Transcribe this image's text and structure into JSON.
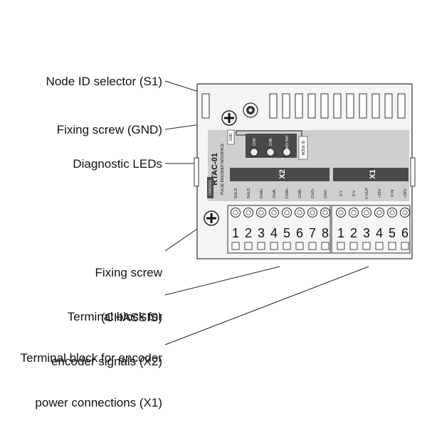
{
  "callouts": {
    "node_id": "Node ID selector (S1)",
    "fixing_gnd": "Fixing screw (GND)",
    "diag_leds": "Diagnostic LEDs",
    "fixing_chassis_1": "Fixing screw",
    "fixing_chassis_2": "(CHASSIS)",
    "tb_x2_1": "Terminal block for",
    "tb_x2_2": "encoder signals (X2)",
    "tb_x1_1": "Terminal block for encoder",
    "tb_x1_2": "power connections (X1)"
  },
  "board": {
    "model": "RTAC-01",
    "subtitle": "PULSE ENCODER INTERFACE",
    "gnd_label": "GND",
    "chassis_label": "CHASSIS",
    "node_id_label": "NODE ID",
    "leds": [
      "CHA",
      "CHB",
      "WD/ INIT"
    ],
    "x2": {
      "label": "X2",
      "signals": [
        "SHLD",
        "SHLD",
        "CHA+",
        "CHA-",
        "CHB+",
        "CHB-",
        "CHZ+",
        "CHZ-"
      ],
      "numbers": [
        "1",
        "2",
        "3",
        "4",
        "5",
        "6",
        "7",
        "8"
      ]
    },
    "x1": {
      "label": "X1",
      "signals": [
        "0 V",
        "0 V",
        "V OUT",
        "+15V",
        "V IN",
        "+24V"
      ],
      "numbers": [
        "1",
        "2",
        "3",
        "4",
        "5",
        "6"
      ]
    }
  },
  "colors": {
    "board_fill": "#f5f5f5",
    "panel_fill": "#cfcfcf",
    "header_fill": "#4a4a4a",
    "line": "#222222"
  }
}
